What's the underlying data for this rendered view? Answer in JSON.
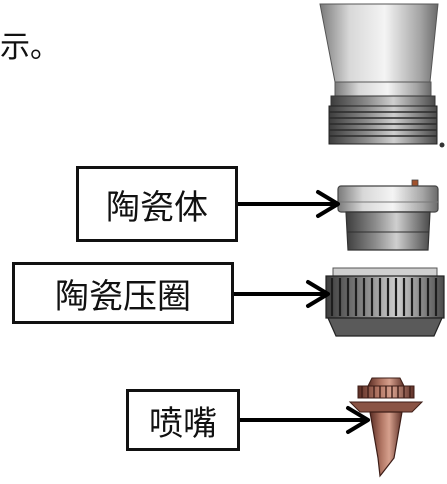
{
  "caption_tail": "示。",
  "labels": {
    "ceramic_body": "陶瓷体",
    "ceramic_ring": "陶瓷压圈",
    "nozzle": "喷嘴"
  },
  "colors": {
    "outline": "#111111",
    "metal_light": "#e9e9e9",
    "metal_mid": "#b9b9b9",
    "metal_dark": "#6f6f6f",
    "nozzle_copper": "#a56a58",
    "nozzle_dark": "#6b3a2f"
  }
}
